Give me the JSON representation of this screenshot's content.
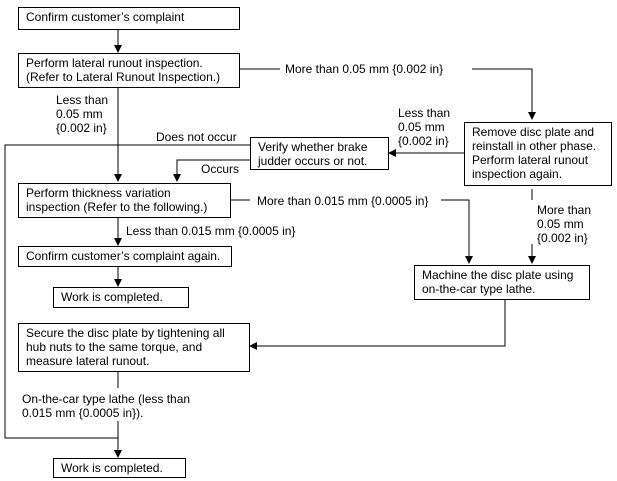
{
  "boxes": {
    "confirm_complaint": "Confirm customer’s complaint",
    "lateral_runout": "Perform lateral runout inspection.\n(Refer to Lateral Runout Inspection.)",
    "remove_disc": "Remove disc plate and\nreinstall in other phase.\nPerform lateral runout\ninspection again.",
    "verify_judder": "Verify whether brake\njudder occurs or not.",
    "thickness_variation": "Perform thickness variation\ninspection (Refer to the following.)",
    "confirm_again": "Confirm customer’s complaint again.",
    "work_completed_1": "Work is completed.",
    "machine_disc": "Machine the disc plate using\non-the-car type lathe.",
    "secure_disc": "Secure the disc plate by tightening all\nhub nuts to the same torque, and\nmeasure lateral runout.",
    "work_completed_2": "Work is completed."
  },
  "labels": {
    "more_than_005_a": "More than 0.05 mm {0.002 in}",
    "less_than_005_a": "Less than\n0.05 mm\n{0.002 in}",
    "less_than_005_b": "Less than\n0.05 mm\n{0.002 in}",
    "does_not_occur": "Does not occur",
    "occurs": "Occurs",
    "more_than_0015": "More than 0.015 mm {0.0005 in}",
    "more_than_005_b": "More than\n0.05 mm\n{0.002 in}",
    "less_than_0015": "Less than 0.015 mm {0.0005 in}",
    "lathe_note": "On-the-car type lathe (less than\n0.015 mm {0.0005 in})."
  }
}
